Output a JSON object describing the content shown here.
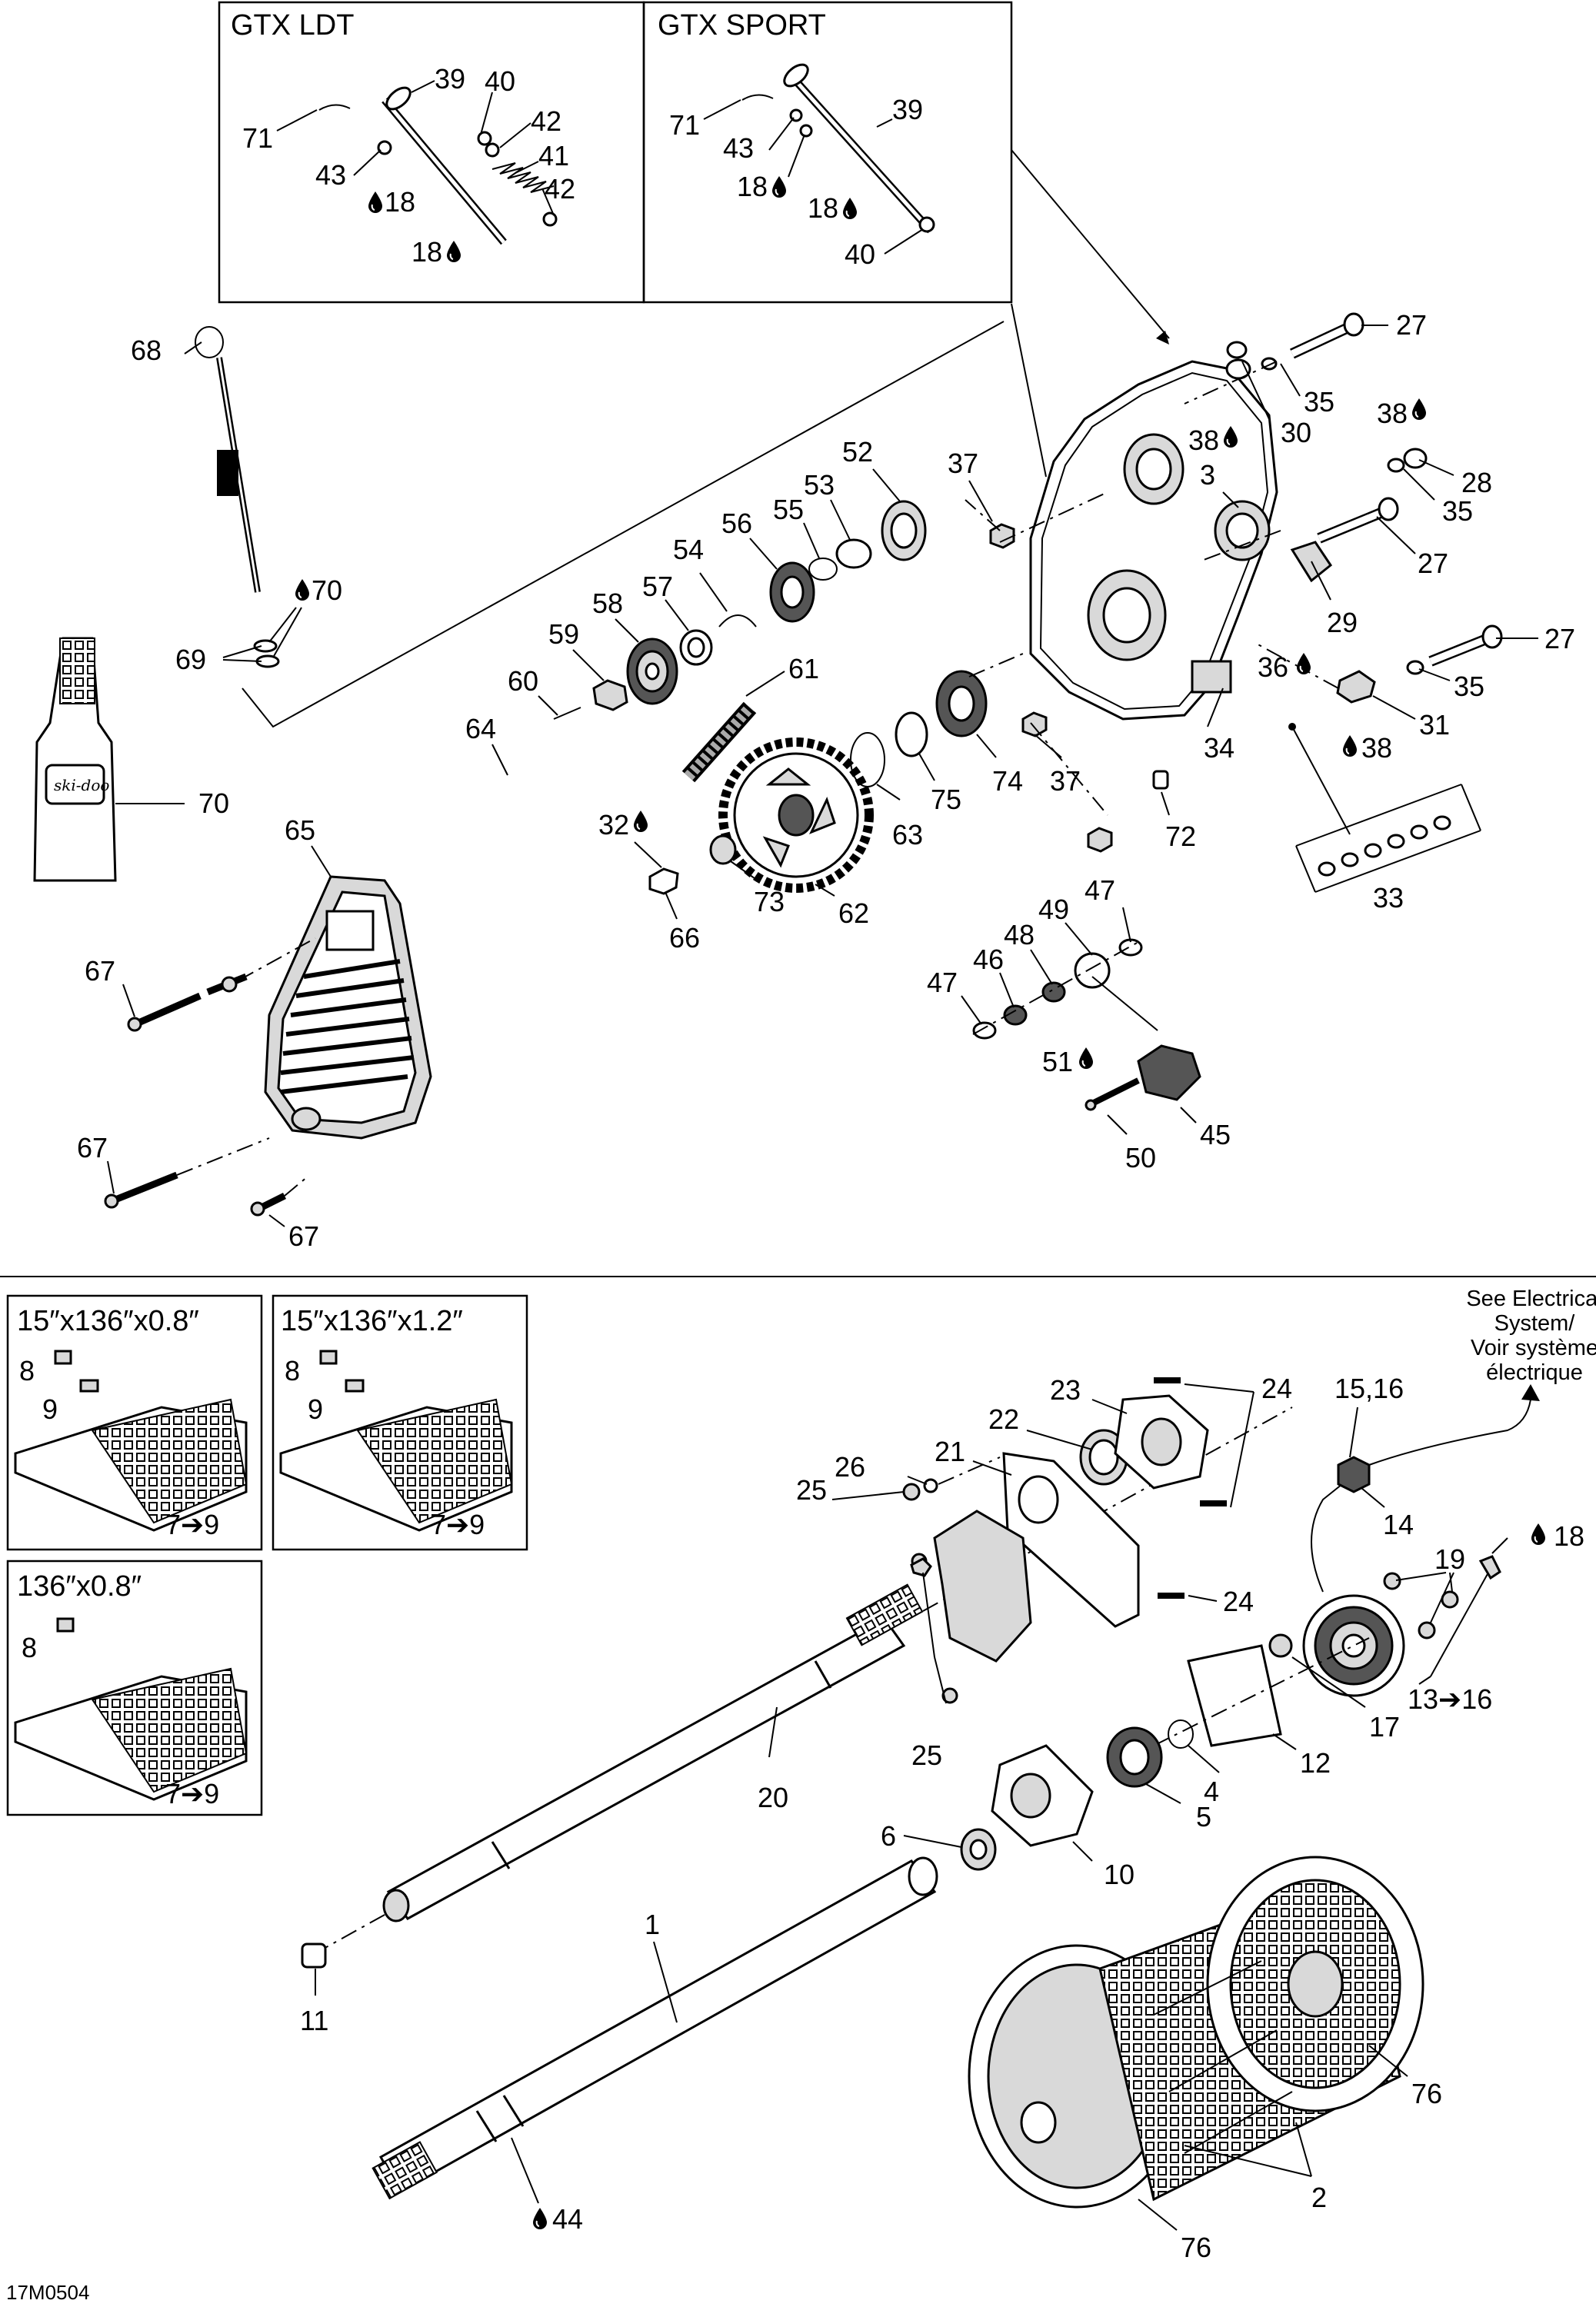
{
  "top_boxes": [
    {
      "title": "GTX LDT",
      "labels": [
        "39",
        "40",
        "42",
        "41",
        "42",
        "71",
        "43",
        "18",
        "18"
      ]
    },
    {
      "title": "GTX SPORT",
      "labels": [
        "39",
        "71",
        "43",
        "18",
        "18",
        "40"
      ]
    }
  ],
  "track_boxes": [
    {
      "title": "15″x136″x0.8″",
      "labels": [
        "8",
        "9",
        "7➔9"
      ]
    },
    {
      "title": "15″x136″x1.2″",
      "labels": [
        "8",
        "9",
        "7➔9"
      ]
    },
    {
      "title": "136″x0.8″",
      "labels": [
        "8",
        "7➔9"
      ]
    }
  ],
  "callouts": {
    "c27a": "27",
    "c35a": "35",
    "c30": "30",
    "c38a": "38",
    "c38b": "38",
    "c28": "28",
    "c35b": "35",
    "c27b": "27",
    "c29": "29",
    "c27c": "27",
    "c36": "36",
    "c35c": "35",
    "c31": "31",
    "c38c": "38",
    "c34": "34",
    "c33": "33",
    "c72": "72",
    "c3": "3",
    "c37a": "37",
    "c52": "52",
    "c53": "53",
    "c55": "55",
    "c56": "56",
    "c54": "54",
    "c57": "57",
    "c58": "58",
    "c59": "59",
    "c60": "60",
    "c61": "61",
    "c74": "74",
    "c37b": "37",
    "c75": "75",
    "c63": "63",
    "c62": "62",
    "c73": "73",
    "c32": "32",
    "c66": "66",
    "c64": "64",
    "c65": "65",
    "c68": "68",
    "c70a": "70",
    "c69": "69",
    "c70b": "70",
    "c67a": "67",
    "c67b": "67",
    "c67c": "67",
    "c47a": "47",
    "c49": "49",
    "c48": "48",
    "c46": "46",
    "c47b": "47",
    "c51": "51",
    "c45": "45",
    "c50": "50",
    "c23": "23",
    "c24a": "24",
    "c22": "22",
    "c21": "21",
    "c26": "26",
    "c25a": "25",
    "c24b": "24",
    "c15_16": "15,16",
    "c14": "14",
    "c19": "19",
    "c18": "18",
    "c13_16": "13➔16",
    "c17": "17",
    "c12": "12",
    "c4": "4",
    "c5": "5",
    "c25b": "25",
    "c20": "20",
    "c6": "6",
    "c10": "10",
    "c1": "1",
    "c11": "11",
    "c76a": "76",
    "c2": "2",
    "c76b": "76",
    "c44": "44"
  },
  "electrical_note": [
    "See Electrical",
    "System/",
    "Voir système",
    "électrique"
  ],
  "bottle_logo": "ski-doo",
  "drawing_code": "17M0504",
  "icons": {
    "oil_drop": "oil-drop-icon",
    "arrow_range": "➔"
  }
}
